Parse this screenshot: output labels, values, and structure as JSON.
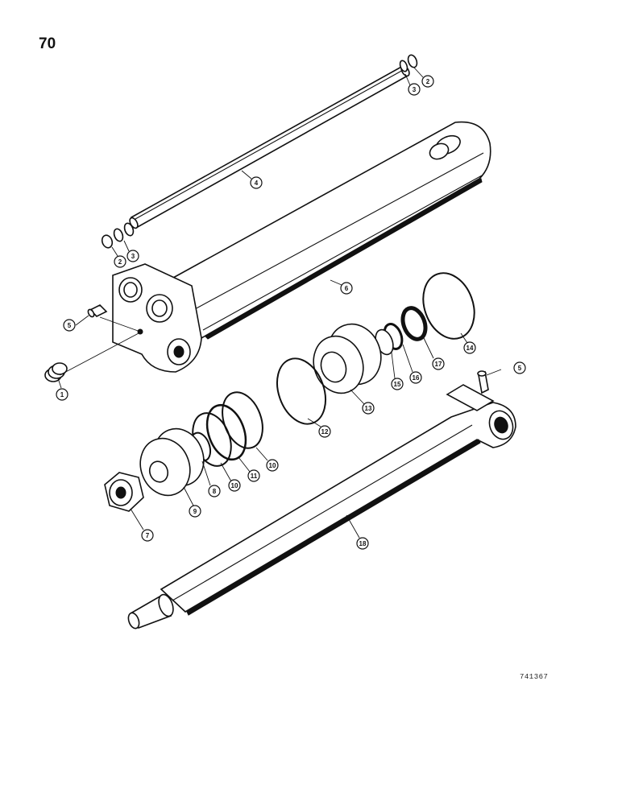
{
  "page": {
    "number": "70",
    "figure_ref": "741367"
  },
  "callouts": [
    {
      "id": "c1",
      "label": "1"
    },
    {
      "id": "c2a",
      "label": "2"
    },
    {
      "id": "c3a",
      "label": "3"
    },
    {
      "id": "c2b",
      "label": "2"
    },
    {
      "id": "c3b",
      "label": "3"
    },
    {
      "id": "c4",
      "label": "4"
    },
    {
      "id": "c5a",
      "label": "5"
    },
    {
      "id": "c5b",
      "label": "5"
    },
    {
      "id": "c6",
      "label": "6"
    },
    {
      "id": "c7",
      "label": "7"
    },
    {
      "id": "c8",
      "label": "8"
    },
    {
      "id": "c9",
      "label": "9"
    },
    {
      "id": "c10a",
      "label": "10"
    },
    {
      "id": "c10b",
      "label": "10"
    },
    {
      "id": "c11",
      "label": "11"
    },
    {
      "id": "c12",
      "label": "12"
    },
    {
      "id": "c13",
      "label": "13"
    },
    {
      "id": "c14",
      "label": "14"
    },
    {
      "id": "c15",
      "label": "15"
    },
    {
      "id": "c16",
      "label": "16"
    },
    {
      "id": "c17",
      "label": "17"
    },
    {
      "id": "c18",
      "label": "18"
    }
  ]
}
